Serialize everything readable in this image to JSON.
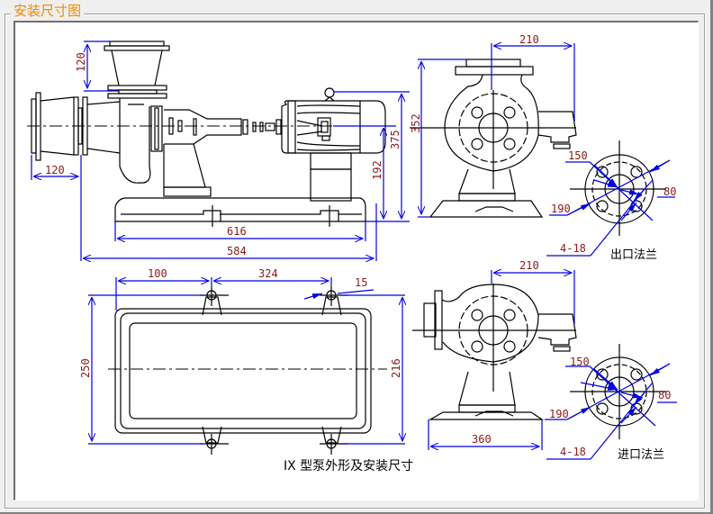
{
  "window": {
    "group_title": "安装尺寸图",
    "title_color": "#f08a00"
  },
  "drawing": {
    "caption": "IX 型泵外形及安装尺寸",
    "line_color": "#000000",
    "dimension_line_color": "#0000e0",
    "dimension_text_color": "#8b1a1a",
    "side_view": {
      "outlet_height": "120",
      "inlet_length": "120",
      "base_length_616": "616",
      "overall_length": "584",
      "shaft_height": "192",
      "overall_height": "375"
    },
    "front_view_outlet": {
      "width_210": "210",
      "height_352": "352"
    },
    "outlet_flange": {
      "label": "出口法兰",
      "d150": "150",
      "d190": "190",
      "d80": "80",
      "holes": "4-18"
    },
    "plan_view": {
      "dim_100": "100",
      "dim_324": "324",
      "dim_15": "15",
      "dim_250": "250",
      "dim_216": "216"
    },
    "front_view_inlet": {
      "width_210": "210",
      "base_360": "360"
    },
    "inlet_flange": {
      "label": "进口法兰",
      "d150": "150",
      "d190": "190",
      "d80": "80",
      "holes": "4-18"
    }
  }
}
